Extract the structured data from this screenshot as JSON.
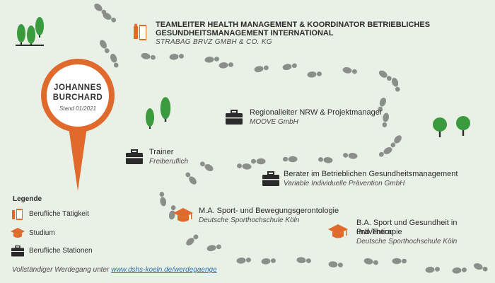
{
  "colors": {
    "background": "#e9f0e6",
    "accent": "#e06a2c",
    "dark": "#2b2b2b",
    "green": "#3a9a3e",
    "footprint": "#8a8f8a"
  },
  "person": {
    "name_line1": "JOHANNES",
    "name_line2": "BURCHARD",
    "stand": "Stand 01/2021"
  },
  "stations": [
    {
      "icon": "door-icon",
      "title": "TEAMLEITER HEALTH MANAGEMENT & KOORDINATOR BETRIEBLICHES",
      "title2": "GESUNDHEITSMANAGEMENT INTERNATIONAL",
      "subtitle": "STRABAG BRVZ GMBH & CO. KG"
    },
    {
      "icon": "briefcase-icon",
      "title": "Regionalleiter NRW & Projektmanager",
      "subtitle": "MOOVE GmbH"
    },
    {
      "icon": "briefcase-icon",
      "title": "Trainer",
      "subtitle": "Freiberuflich"
    },
    {
      "icon": "briefcase-icon",
      "title": "Berater im Betrieblichen Gesundheitsmanagement",
      "subtitle": "Variable Individuelle Prävention GmbH"
    },
    {
      "icon": "graduation-cap-icon",
      "title": "M.A. Sport- und Bewegungsgerontologie",
      "subtitle": "Deutsche Sporthochschule Köln"
    },
    {
      "icon": "graduation-cap-icon",
      "title": "B.A. Sport und Gesundheit in Prävention",
      "title2": "und Therapie",
      "subtitle": "Deutsche Sporthochschule Köln"
    }
  ],
  "legend": {
    "title": "Legende",
    "items": [
      {
        "icon": "door-icon",
        "label": "Berufliche Tätigkeit"
      },
      {
        "icon": "graduation-cap-icon",
        "label": "Studium"
      },
      {
        "icon": "briefcase-icon",
        "label": "Berufliche Stationen"
      }
    ]
  },
  "footer": {
    "text": "Vollständiger Werdegang unter ",
    "link": "www.dshs-koeln.de/werdegaenge"
  }
}
